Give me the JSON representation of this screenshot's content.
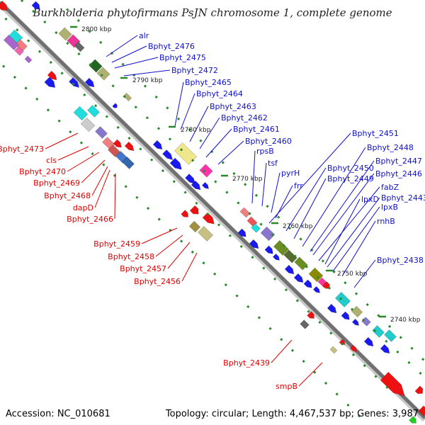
{
  "title": "Burkholderia phytofirmans PsJN chromosome 1, complete genome",
  "footer": {
    "accession": "Accession: NC_010681",
    "topology": "Topology: circular; Length: 4,467,537 bp; Genes: 3,987"
  },
  "ruler": [
    "2800 kbp",
    "2790 kbp",
    "2780 kbp",
    "2770 kbp",
    "2760 kbp",
    "2750 kbp",
    "2740 kbp"
  ],
  "genes_forward": [
    "alr",
    "Bphyt_2476",
    "Bphyt_2475",
    "Bphyt_2472",
    "Bphyt_2465",
    "Bphyt_2464",
    "Bphyt_2463",
    "Bphyt_2462",
    "Bphyt_2461",
    "Bphyt_2460",
    "rpsB",
    "tsf",
    "pyrH",
    "frr",
    "Bphyt_2451",
    "Bphyt_2450",
    "Bphyt_2449",
    "Bphyt_2448",
    "Bphyt_2447",
    "Bphyt_2446",
    "fabZ",
    "lpxD",
    "Bphyt_2443",
    "lpxB",
    "rnhB",
    "Bphyt_2438"
  ],
  "genes_reverse": [
    "Bphyt_2473",
    "cls",
    "Bphyt_2470",
    "Bphyt_2469",
    "Bphyt_2468",
    "dapD",
    "Bphyt_2466",
    "Bphyt_2459",
    "Bphyt_2458",
    "Bphyt_2457",
    "Bphyt_2456",
    "Bphyt_2439",
    "smpB"
  ],
  "colors": {
    "forward_strand": "#1a1aee",
    "reverse_strand": "#ee1111",
    "backbone": "#808080",
    "tick": "#2a8a2a",
    "forward_label": "#1010d0",
    "reverse_label": "#e00000"
  }
}
